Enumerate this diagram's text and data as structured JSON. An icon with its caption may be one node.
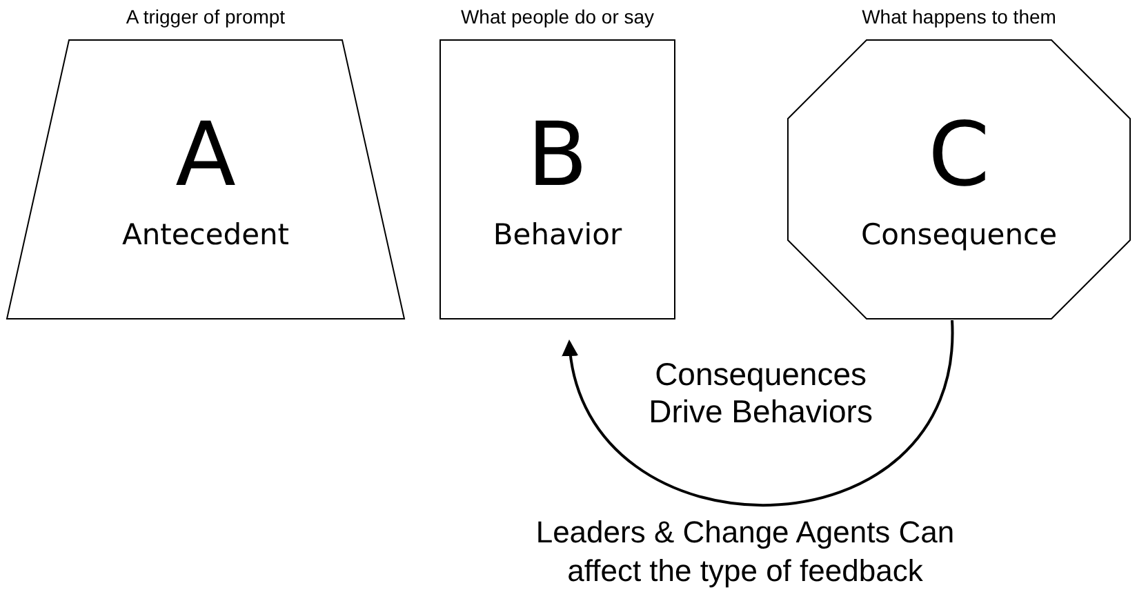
{
  "diagram": {
    "nodes": [
      {
        "text": [
          "A trigger of prompt",
          "A",
          "Antecedent"
        ]
      },
      {
        "text": [
          "What people do or say",
          "B",
          "Behavior"
        ]
      },
      {
        "text": [
          "What happens to them",
          "C",
          "Consequence"
        ]
      }
    ],
    "edges": [
      {
        "from": 2,
        "to": 1,
        "arrow": "to",
        "label": "Consequences Drive Behaviors"
      }
    ],
    "labels": [
      "Leaders & Change Agents Can affect the type of feedback"
    ]
  }
}
